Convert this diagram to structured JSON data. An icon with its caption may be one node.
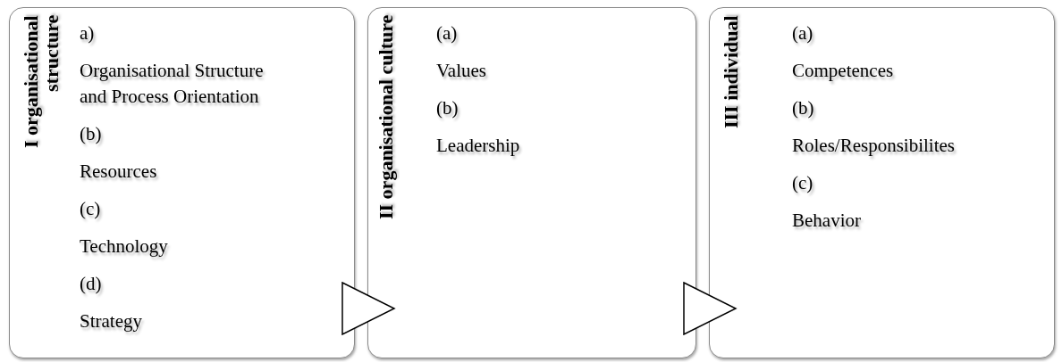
{
  "diagram": {
    "nodes": [
      {
        "text": [
          "I organisational structure",
          "a)",
          "Organisational Structure and Process Orientation",
          "(b)",
          "Resources",
          "(c)",
          "Technology",
          "(d)",
          "Strategy"
        ]
      },
      {
        "text": [
          "II organisational culture",
          "(a)",
          "Values",
          "(b)",
          "Leadership"
        ]
      },
      {
        "text": [
          "III individual",
          "(a)",
          "Competences",
          "(b)",
          "Roles/Responsibilites",
          "(c)",
          "Behavior"
        ]
      }
    ],
    "edges": [
      {
        "from": 0,
        "to": 1,
        "arrow": "to"
      },
      {
        "from": 1,
        "to": 2,
        "arrow": "to"
      }
    ]
  }
}
